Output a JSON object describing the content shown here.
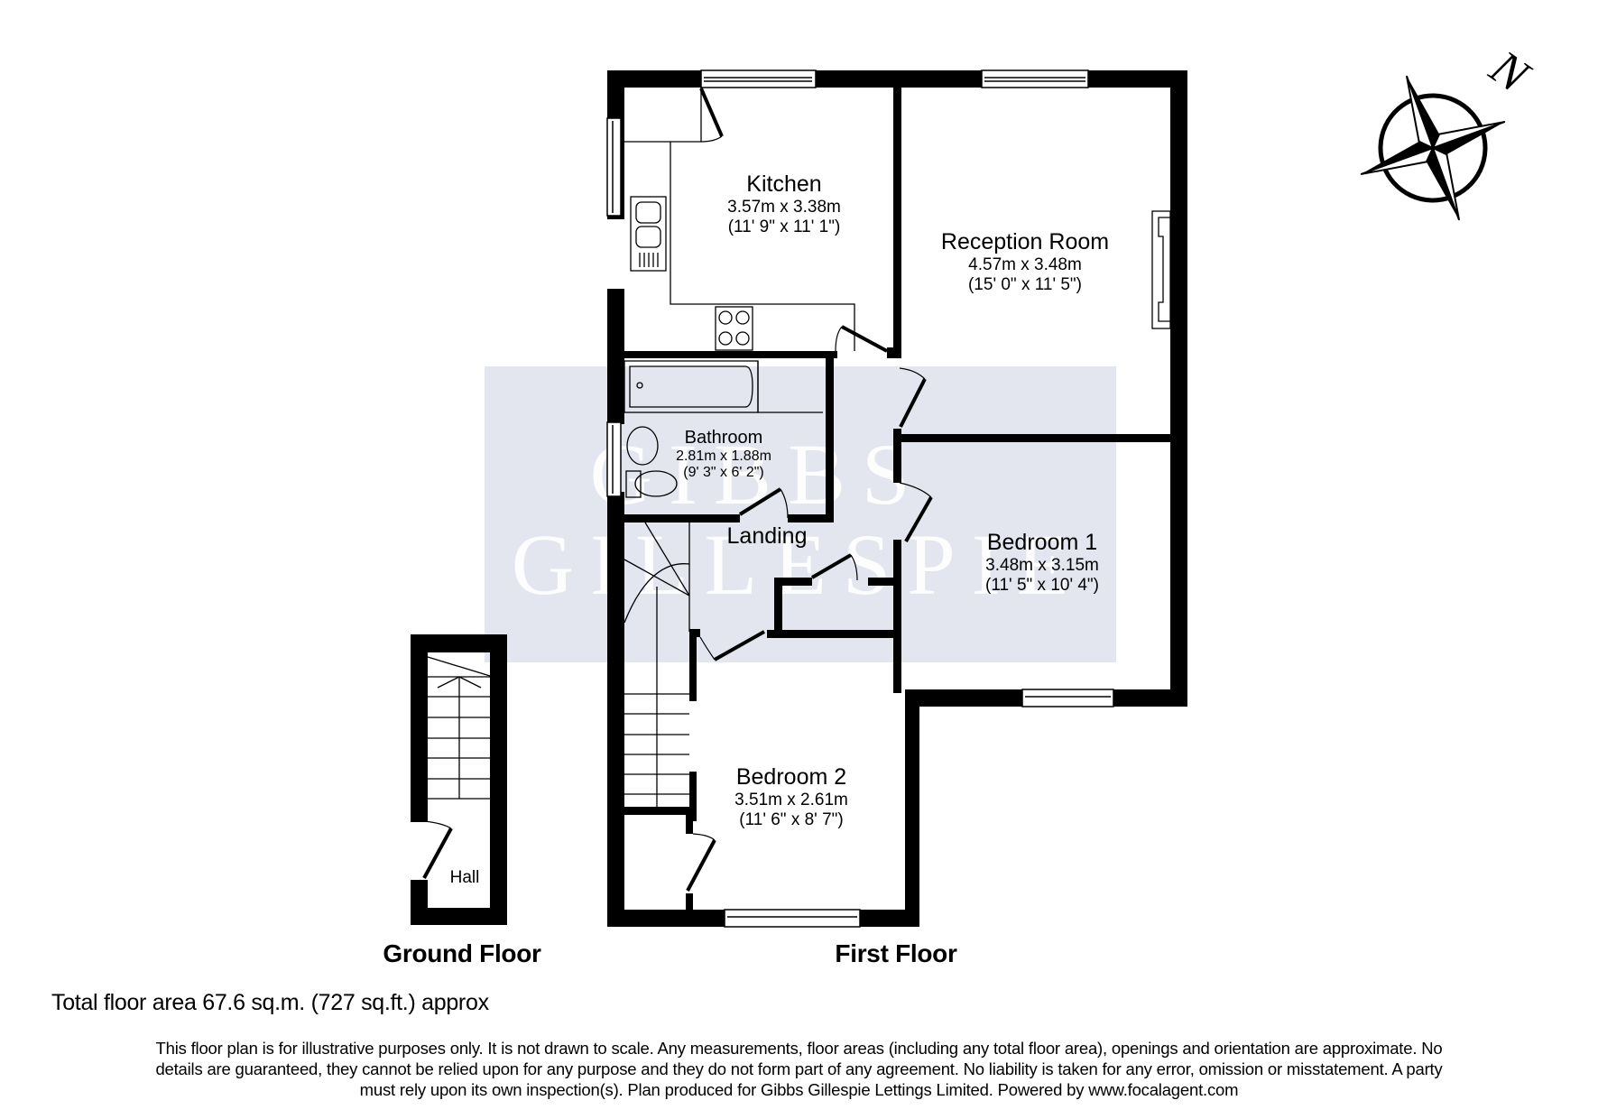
{
  "watermark": {
    "line1": "GIBBS",
    "line2": "GILLESPIE",
    "bg_color": "#e3e6ee"
  },
  "compass": {
    "north_label": "N",
    "rotation_deg": 35
  },
  "floors": [
    {
      "label": "Ground Floor",
      "rooms": [
        {
          "name": "Hall"
        }
      ]
    },
    {
      "label": "First Floor",
      "rooms": [
        {
          "name": "Kitchen",
          "metric": "3.57m x 3.38m",
          "imperial": "(11' 9\" x 11' 1\")"
        },
        {
          "name": "Reception Room",
          "metric": "4.57m x 3.48m",
          "imperial": "(15' 0\" x 11' 5\")"
        },
        {
          "name": "Bathroom",
          "metric": "2.81m x 1.88m",
          "imperial": "(9' 3\" x 6' 2\")"
        },
        {
          "name": "Landing"
        },
        {
          "name": "Bedroom 1",
          "metric": "3.48m x 3.15m",
          "imperial": "(11' 5\" x 10' 4\")"
        },
        {
          "name": "Bedroom 2",
          "metric": "3.51m x 2.61m",
          "imperial": "(11' 6\" x 8' 7\")"
        }
      ]
    }
  ],
  "footer": {
    "total_area": "Total floor area 67.6 sq.m. (727 sq.ft.) approx",
    "disclaimer_line1": "This floor plan is for illustrative purposes only. It is not drawn to scale. Any measurements, floor areas (including any total floor area), openings and orientation are approximate. No",
    "disclaimer_line2": "details are guaranteed, they cannot be relied upon for any purpose and they do not form part of any agreement. No liability is taken for any error, omission or misstatement. A party",
    "disclaimer_line3": "must rely upon its own inspection(s). Plan produced for Gibbs Gillespie Lettings Limited. Powered by www.focalagent.com"
  }
}
